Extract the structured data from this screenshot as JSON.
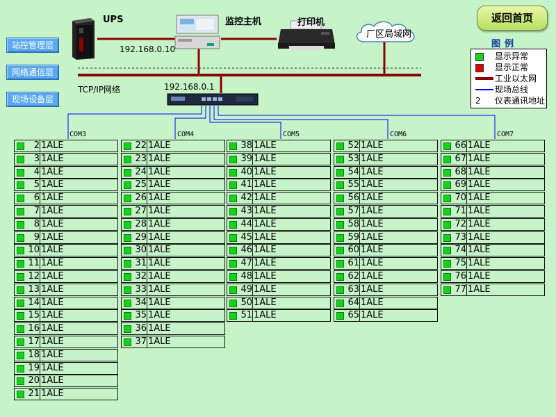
{
  "buttons": {
    "back_home": "返回首页"
  },
  "layers": [
    "站控管理层",
    "网络通信层",
    "现场设备层"
  ],
  "network": {
    "ups_label": "UPS",
    "monitor_host_label": "监控主机",
    "printer_label": "打印机",
    "lan_label": "厂区局域网",
    "host_ip": "192.168.0.10",
    "switch_ip": "192.168.0.1",
    "tcpip_label": "TCP/IP网络"
  },
  "legend": {
    "title": "图例",
    "items": [
      {
        "text": "显示异常",
        "kind": "square",
        "color": "#16d21c"
      },
      {
        "text": "显示正常",
        "kind": "square",
        "color": "#e00000"
      },
      {
        "text": "工业以太网",
        "kind": "thick-line",
        "color": "#8b0000"
      },
      {
        "text": "现场总线",
        "kind": "thin-line",
        "color": "#0000ff"
      },
      {
        "text": "仪表通讯地址",
        "kind": "number",
        "symbol": "2"
      }
    ]
  },
  "colors": {
    "background": "#c6f3c8",
    "ok_indicator": "#16d21c",
    "ethernet": "#8b0000",
    "fieldbus": "#0000ff"
  },
  "com_ports": [
    {
      "label": "COM3",
      "devices": [
        {
          "addr": "2",
          "name": "1ALE"
        },
        {
          "addr": "3",
          "name": "1ALE"
        },
        {
          "addr": "4",
          "name": "1ALE"
        },
        {
          "addr": "5",
          "name": "1ALE"
        },
        {
          "addr": "6",
          "name": "1ALE"
        },
        {
          "addr": "7",
          "name": "1ALE"
        },
        {
          "addr": "8",
          "name": "1ALE"
        },
        {
          "addr": "9",
          "name": "1ALE"
        },
        {
          "addr": "10",
          "name": "1ALE"
        },
        {
          "addr": "11",
          "name": "1ALE"
        },
        {
          "addr": "12",
          "name": "1ALE"
        },
        {
          "addr": "13",
          "name": "1ALE"
        },
        {
          "addr": "14",
          "name": "1ALE"
        },
        {
          "addr": "15",
          "name": "1ALE"
        },
        {
          "addr": "16",
          "name": "1ALE"
        },
        {
          "addr": "17",
          "name": "1ALE"
        },
        {
          "addr": "18",
          "name": "1ALE"
        },
        {
          "addr": "19",
          "name": "1ALE"
        },
        {
          "addr": "20",
          "name": "1ALE"
        },
        {
          "addr": "21",
          "name": "1ALE"
        }
      ]
    },
    {
      "label": "COM4",
      "devices": [
        {
          "addr": "22",
          "name": "1ALE"
        },
        {
          "addr": "23",
          "name": "1ALE"
        },
        {
          "addr": "24",
          "name": "1ALE"
        },
        {
          "addr": "25",
          "name": "1ALE"
        },
        {
          "addr": "26",
          "name": "1ALE"
        },
        {
          "addr": "27",
          "name": "1ALE"
        },
        {
          "addr": "28",
          "name": "1ALE"
        },
        {
          "addr": "29",
          "name": "1ALE"
        },
        {
          "addr": "30",
          "name": "1ALE"
        },
        {
          "addr": "31",
          "name": "1ALE"
        },
        {
          "addr": "32",
          "name": "1ALE"
        },
        {
          "addr": "33",
          "name": "1ALE"
        },
        {
          "addr": "34",
          "name": "1ALE"
        },
        {
          "addr": "35",
          "name": "1ALE"
        },
        {
          "addr": "36",
          "name": "1ALE"
        },
        {
          "addr": "37",
          "name": "1ALE"
        }
      ]
    },
    {
      "label": "COM5",
      "devices": [
        {
          "addr": "38",
          "name": "1ALE"
        },
        {
          "addr": "39",
          "name": "1ALE"
        },
        {
          "addr": "40",
          "name": "1ALE"
        },
        {
          "addr": "41",
          "name": "1ALE"
        },
        {
          "addr": "42",
          "name": "1ALE"
        },
        {
          "addr": "43",
          "name": "1ALE"
        },
        {
          "addr": "44",
          "name": "1ALE"
        },
        {
          "addr": "45",
          "name": "1ALE"
        },
        {
          "addr": "46",
          "name": "1ALE"
        },
        {
          "addr": "47",
          "name": "1ALE"
        },
        {
          "addr": "48",
          "name": "1ALE"
        },
        {
          "addr": "49",
          "name": "1ALE"
        },
        {
          "addr": "50",
          "name": "1ALE"
        },
        {
          "addr": "51",
          "name": "1ALE"
        }
      ]
    },
    {
      "label": "COM6",
      "devices": [
        {
          "addr": "52",
          "name": "1ALE"
        },
        {
          "addr": "53",
          "name": "1ALE"
        },
        {
          "addr": "54",
          "name": "1ALE"
        },
        {
          "addr": "55",
          "name": "1ALE"
        },
        {
          "addr": "56",
          "name": "1ALE"
        },
        {
          "addr": "57",
          "name": "1ALE"
        },
        {
          "addr": "58",
          "name": "1ALE"
        },
        {
          "addr": "59",
          "name": "1ALE"
        },
        {
          "addr": "60",
          "name": "1ALE"
        },
        {
          "addr": "61",
          "name": "1ALE"
        },
        {
          "addr": "62",
          "name": "1ALE"
        },
        {
          "addr": "63",
          "name": "1ALE"
        },
        {
          "addr": "64",
          "name": "1ALE"
        },
        {
          "addr": "65",
          "name": "1ALE"
        }
      ]
    },
    {
      "label": "COM7",
      "devices": [
        {
          "addr": "66",
          "name": "1ALE"
        },
        {
          "addr": "67",
          "name": "1ALE"
        },
        {
          "addr": "68",
          "name": "1ALE"
        },
        {
          "addr": "69",
          "name": "1ALE"
        },
        {
          "addr": "70",
          "name": "1ALE"
        },
        {
          "addr": "71",
          "name": "1ALE"
        },
        {
          "addr": "72",
          "name": "1ALE"
        },
        {
          "addr": "73",
          "name": "1ALE"
        },
        {
          "addr": "74",
          "name": "1ALE"
        },
        {
          "addr": "75",
          "name": "1ALE"
        },
        {
          "addr": "76",
          "name": "1ALE"
        },
        {
          "addr": "77",
          "name": "1ALE"
        }
      ]
    }
  ]
}
